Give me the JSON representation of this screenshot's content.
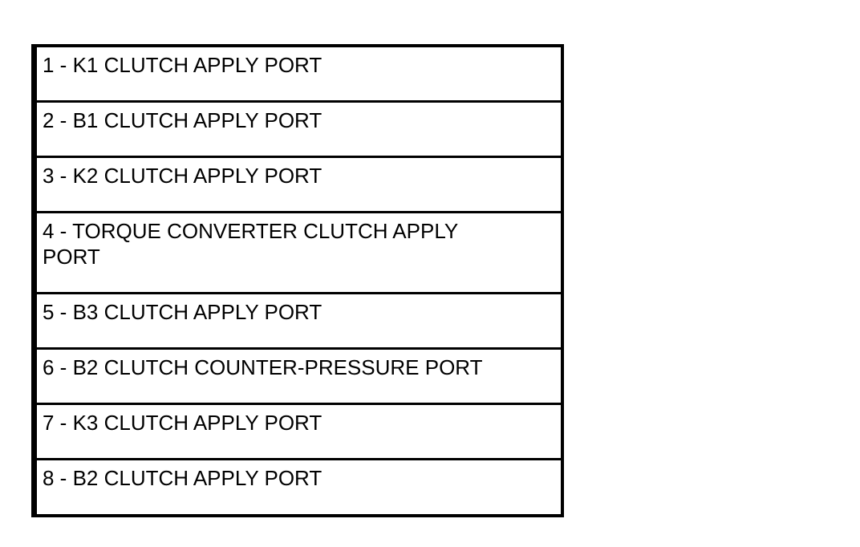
{
  "legend": {
    "items": [
      {
        "label": "1 - K1 CLUTCH APPLY PORT"
      },
      {
        "label": "2 - B1 CLUTCH APPLY PORT"
      },
      {
        "label": "3 - K2 CLUTCH APPLY PORT"
      },
      {
        "label": "4 - TORQUE CONVERTER CLUTCH APPLY PORT"
      },
      {
        "label": "5 - B3 CLUTCH APPLY PORT"
      },
      {
        "label": "6 - B2 CLUTCH COUNTER-PRESSURE PORT"
      },
      {
        "label": "7 - K3 CLUTCH APPLY PORT"
      },
      {
        "label": "8 - B2 CLUTCH APPLY PORT"
      }
    ]
  }
}
